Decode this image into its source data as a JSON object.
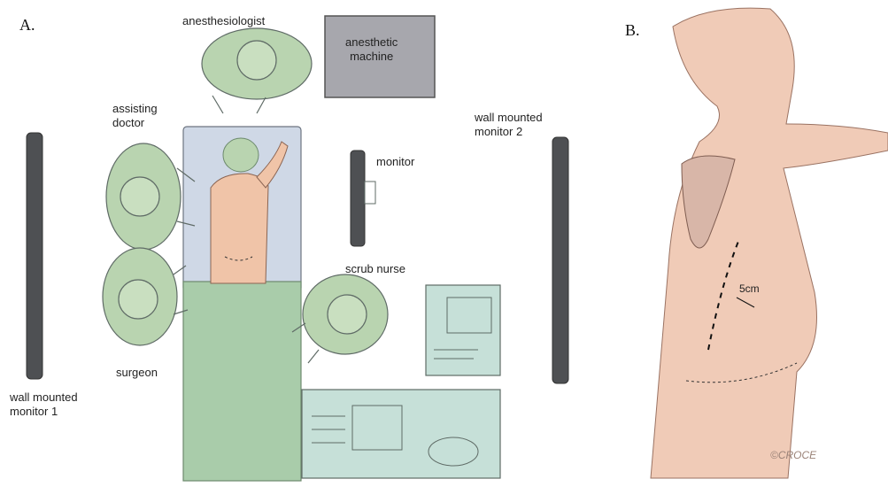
{
  "panels": {
    "a": {
      "letter": "A.",
      "labels": {
        "anesthesiologist": "anesthesiologist",
        "anesthetic_machine_line1": "anesthetic",
        "anesthetic_machine_line2": "machine",
        "assisting_doctor_line1": "assisting",
        "assisting_doctor_line2": "doctor",
        "monitor": "monitor",
        "wall_monitor_2_line1": "wall mounted",
        "wall_monitor_2_line2": "monitor 2",
        "scrub_nurse": "scrub nurse",
        "surgeon": "surgeon",
        "wall_monitor_1_line1": "wall mounted",
        "wall_monitor_1_line2": "monitor 1"
      }
    },
    "b": {
      "letter": "B.",
      "measurement": "5cm",
      "signature": "©CROCE"
    }
  },
  "colors": {
    "gown_green": "#b9d4b0",
    "drape_green": "#a9ccaa",
    "instrument_table": "#c6e0d8",
    "machine_gray": "#a7a7ad",
    "monitor_dark": "#4e5053",
    "skin": "#f0c4a8",
    "bed_blue": "#cfd8e6"
  }
}
